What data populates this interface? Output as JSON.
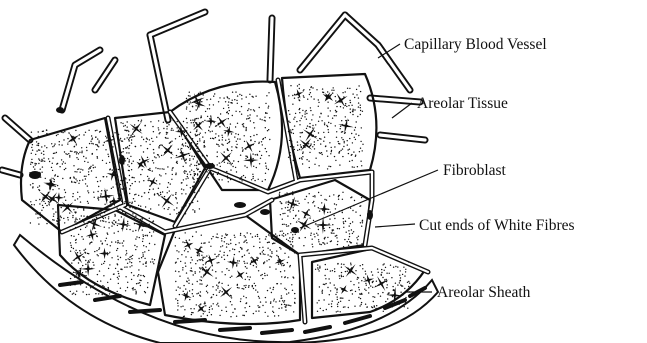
{
  "diagram": {
    "labels": {
      "capillary": "Capillary Blood Vessel",
      "areolar_tissue": "Areolar Tissue",
      "fibroblast": "Fibroblast",
      "cut_ends": "Cut ends of White Fibres",
      "areolar_sheath": "Areolar Sheath"
    },
    "colors": {
      "ink": "#111111",
      "background": "#ffffff"
    }
  }
}
